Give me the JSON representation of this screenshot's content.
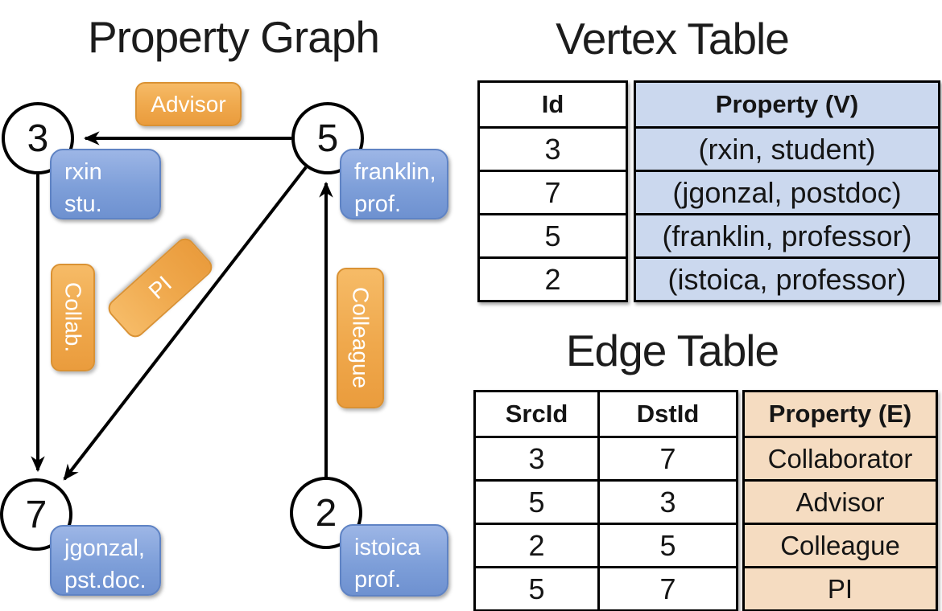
{
  "graph": {
    "title": "Property Graph",
    "nodes": [
      {
        "id": "3"
      },
      {
        "id": "5"
      },
      {
        "id": "7"
      },
      {
        "id": "2"
      }
    ],
    "vertex_props": [
      {
        "line1": "rxin",
        "line2": "stu."
      },
      {
        "line1": "franklin,",
        "line2": "prof."
      },
      {
        "line1": "jgonzal,",
        "line2": "pst.doc."
      },
      {
        "line1": "istoica",
        "line2": "prof."
      }
    ],
    "edge_labels": [
      {
        "name": "advisor",
        "text": "Advisor"
      },
      {
        "name": "collab",
        "text": "Collab."
      },
      {
        "name": "pi",
        "text": "PI"
      },
      {
        "name": "colleague",
        "text": "Colleague"
      }
    ]
  },
  "vertex_table": {
    "title": "Vertex Table",
    "id_header": "Id",
    "property_header": "Property (V)",
    "rows": [
      {
        "id": "3",
        "property": "(rxin, student)"
      },
      {
        "id": "7",
        "property": "(jgonzal, postdoc)"
      },
      {
        "id": "5",
        "property": "(franklin, professor)"
      },
      {
        "id": "2",
        "property": "(istoica, professor)"
      }
    ]
  },
  "edge_table": {
    "title": "Edge Table",
    "src_header": "SrcId",
    "dst_header": "DstId",
    "property_header": "Property (E)",
    "rows": [
      {
        "src": "3",
        "dst": "7",
        "property": "Collaborator"
      },
      {
        "src": "5",
        "dst": "3",
        "property": "Advisor"
      },
      {
        "src": "2",
        "dst": "5",
        "property": "Colleague"
      },
      {
        "src": "5",
        "dst": "7",
        "property": "PI"
      }
    ]
  },
  "colors": {
    "vertex_box_blue": "#7e9fd9",
    "edge_label_orange": "#efa84c",
    "vertex_table_fill": "#cbd8ee",
    "edge_table_fill": "#f5dcc1",
    "line_black": "#000000"
  }
}
